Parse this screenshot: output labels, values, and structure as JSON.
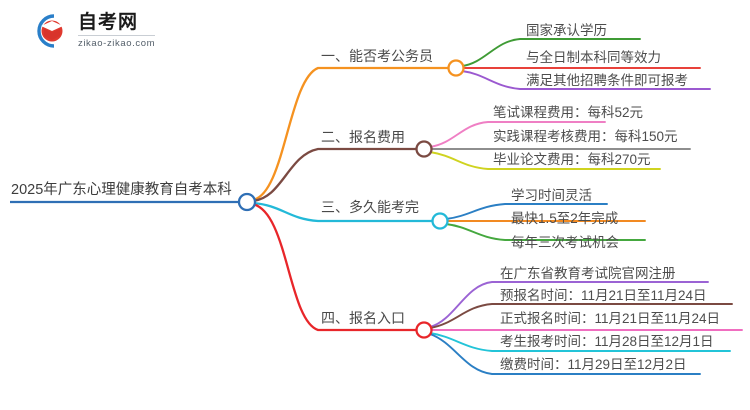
{
  "logo": {
    "name": "zikao-logo",
    "title": "自考网",
    "subtitle": "zikao-zikao.com",
    "arc_color": "#2a7fc9",
    "cap_color": "#e0392e"
  },
  "mindmap": {
    "root": {
      "label": "2025年广东心理健康教育自考本科",
      "color": "#2f6fb5",
      "node_color": "#2f6fb5"
    },
    "branches": [
      {
        "index": "1",
        "label": "一、能否考公务员",
        "color": "#f59220",
        "children": [
          {
            "label": "国家承认学历",
            "color": "#3f9b35"
          },
          {
            "label": "与全日制本科同等效力",
            "color": "#e8413a"
          },
          {
            "label": "满足其他招聘条件即可报考",
            "color": "#9b59d0"
          }
        ]
      },
      {
        "index": "2",
        "label": "二、报名费用",
        "color": "#7b4a42",
        "children": [
          {
            "label": "笔试课程费用：每科52元",
            "color": "#ef7fc4"
          },
          {
            "label": "实践课程考核费用：每科150元",
            "color": "#8e8e8e"
          },
          {
            "label": "毕业论文费用：每科270元",
            "color": "#cfd320"
          }
        ]
      },
      {
        "index": "3",
        "label": "三、多久能考完",
        "color": "#23b9d8",
        "children": [
          {
            "label": "学习时间灵活",
            "color": "#2b7fc4"
          },
          {
            "label": "最快1.5至2年完成",
            "color": "#f28a22"
          },
          {
            "label": "每年三次考试机会",
            "color": "#45a83f"
          }
        ]
      },
      {
        "index": "4",
        "label": "四、报名入口",
        "color": "#e8262a",
        "children": [
          {
            "label": "在广东省教育考试院官网注册",
            "color": "#9b63d4"
          },
          {
            "label": "预报名时间：11月21日至11月24日",
            "color": "#7b4a42"
          },
          {
            "label": "正式报名时间：11月21日至11月24日",
            "color": "#f06ec0"
          },
          {
            "label": "考生报考时间：11月28日至12月1日",
            "color": "#23c4d8"
          },
          {
            "label": "缴费时间：11月29日至12月2日",
            "color": "#2b7fc4"
          }
        ]
      }
    ]
  }
}
